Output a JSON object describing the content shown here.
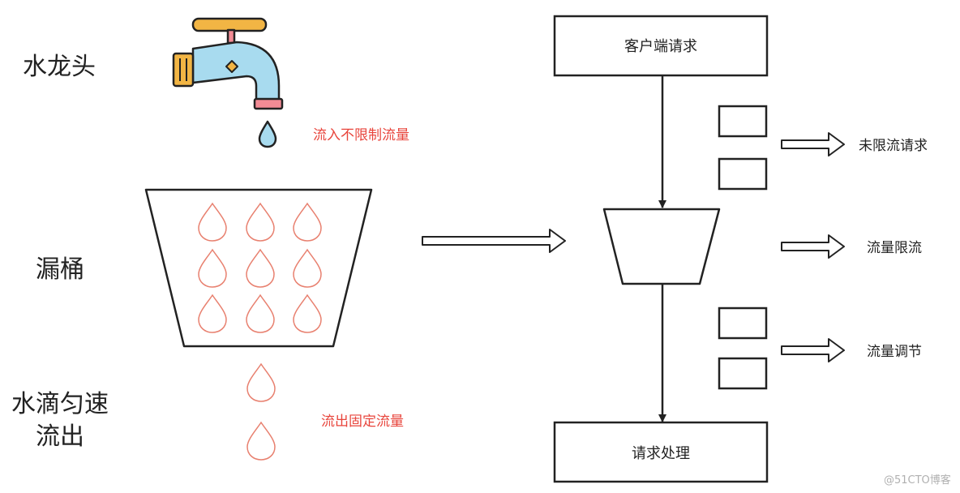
{
  "left_panel": {
    "faucet_label": "水龙头",
    "bucket_label": "漏桶",
    "drip_label_line1": "水滴匀速",
    "drip_label_line2": "流出",
    "inflow_note": "流入不限制流量",
    "outflow_note": "流出固定流量"
  },
  "right_panel": {
    "client_request": "客户端请求",
    "request_processing": "请求处理",
    "unlimited_requests": "未限流请求",
    "traffic_limiting": "流量限流",
    "traffic_adjustment": "流量调节"
  },
  "watermark": "@51CTO博客",
  "colors": {
    "faucet_body": "#a8dbef",
    "faucet_handle": "#f2b544",
    "faucet_nozzle": "#f28b95",
    "water_drop": "#a8dbef",
    "drop_outline": "#e8806f",
    "note_red": "#e8453c",
    "stroke": "#222222"
  },
  "icons": [
    "faucet-icon",
    "water-drop-icon",
    "bucket-icon",
    "funnel-icon",
    "hollow-arrow-icon"
  ]
}
